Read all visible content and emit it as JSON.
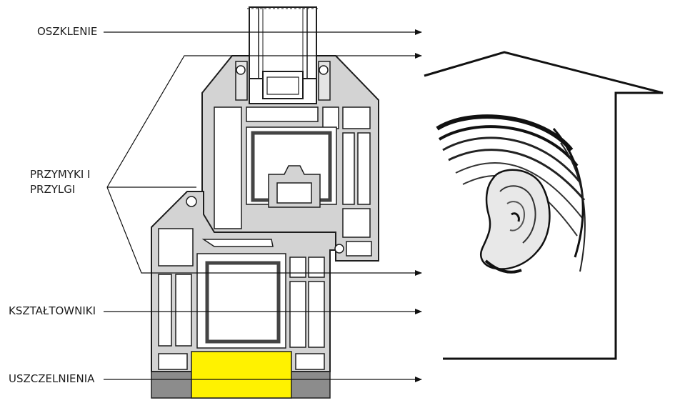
{
  "labels": {
    "oszklenie": "OSZKLENIE",
    "przymyki_line1": "PRZYMYKI I",
    "przymyki_line2": "PRZYLGI",
    "ksztaltowniki": "KSZTAŁTOWNIKI",
    "uszczelnienia": "USZCZELNIENIA"
  },
  "colors": {
    "frame_fill": "#d3d3d3",
    "frame_stroke": "#1e1e1e",
    "steel_reinforcement": "#444444",
    "insulation_core": "#fff200",
    "base_gasket": "#8c8c8c",
    "line": "#111111"
  },
  "icons": [
    "house-outline-icon",
    "ear-icon",
    "arrow-right-icon"
  ]
}
